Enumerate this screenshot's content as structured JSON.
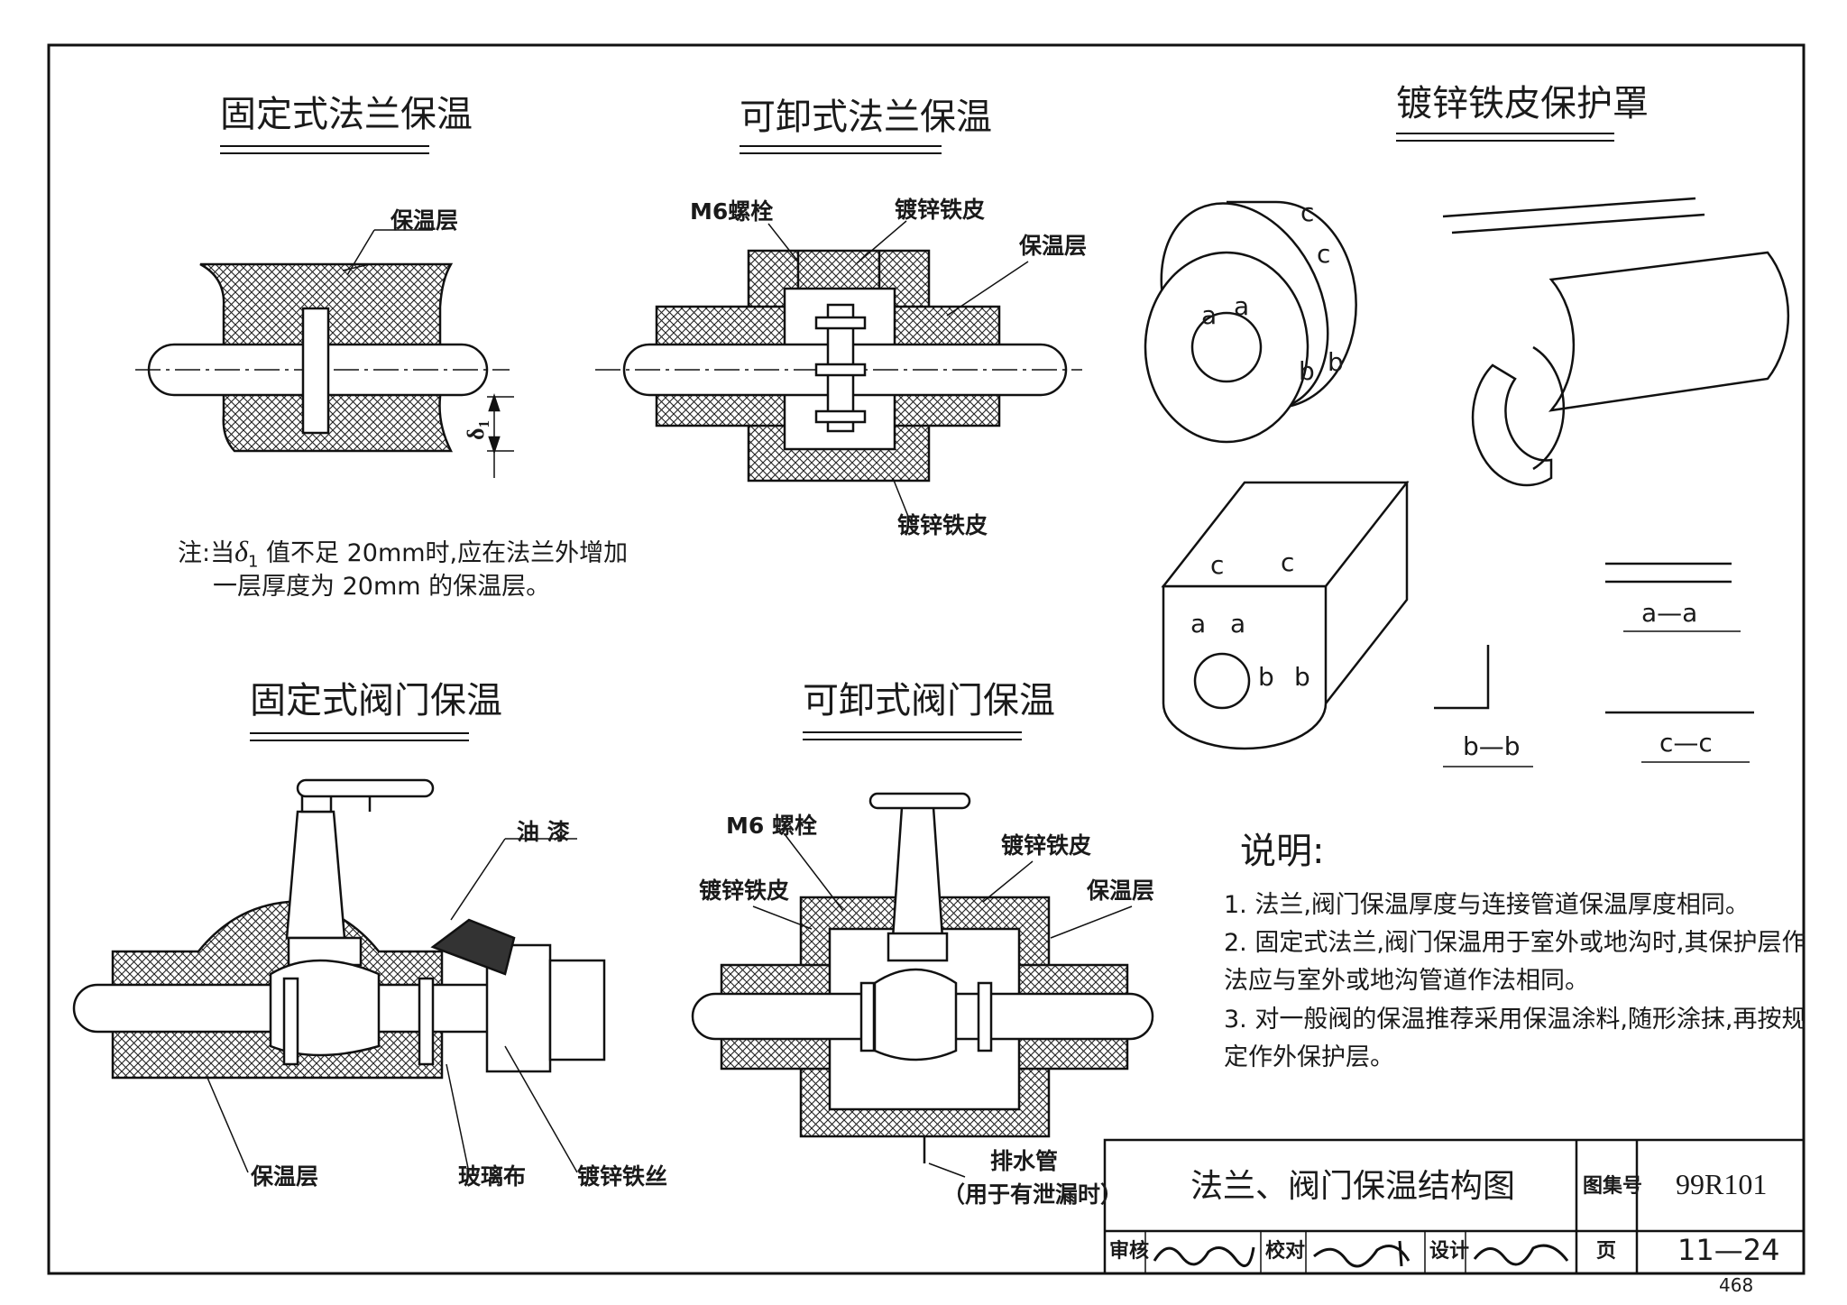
{
  "sections": {
    "fixed_flange": "固定式法兰保温",
    "removable_flange": "可卸式法兰保温",
    "galv_cover": "镀锌铁皮保护罩",
    "fixed_valve": "固定式阀门保温",
    "removable_valve": "可卸式阀门保温"
  },
  "labels": {
    "insulation": "保温层",
    "m6_bolt": "M6螺栓",
    "m6_bolt_2": "M6 螺栓",
    "galv_sheet": "镀锌铁皮",
    "oil_paint": "油 漆",
    "glass_cloth": "玻璃布",
    "galv_wire": "镀锌铁丝",
    "drain_pipe": "排水管",
    "drain_pipe_note": "（用于有泄漏时）",
    "delta": "δ",
    "delta_sub": "1",
    "sec_a": "a",
    "sec_b": "b",
    "sec_c": "c",
    "sec_aa": "a—a",
    "sec_bb": "b—b",
    "sec_cc": "c—c"
  },
  "note": {
    "line1_pre": "注:当",
    "delta": "δ",
    "delta_sub": "1",
    "line1_post": " 值不足 20mm时,应在法兰外增加",
    "line2": "一层厚度为 20mm  的保温层。"
  },
  "explanation": {
    "heading": "说明:",
    "items": [
      "1. 法兰,阀门保温厚度与连接管道保温厚度相同。",
      "2. 固定式法兰,阀门保温用于室外或地沟时,其保护层作",
      "    法应与室外或地沟管道作法相同。",
      "3. 对一般阀的保温推荐采用保温涂料,随形涂抹,再按规",
      "    定作外保护层。"
    ]
  },
  "title_block": {
    "title": "法兰、阀门保温结构图",
    "atlas_no_label": "图集号",
    "atlas_no": "99R101",
    "review_label": "审核",
    "check_label": "校对",
    "design_label": "设计",
    "page_label": "页",
    "page": "11—24"
  },
  "page_number": "468"
}
